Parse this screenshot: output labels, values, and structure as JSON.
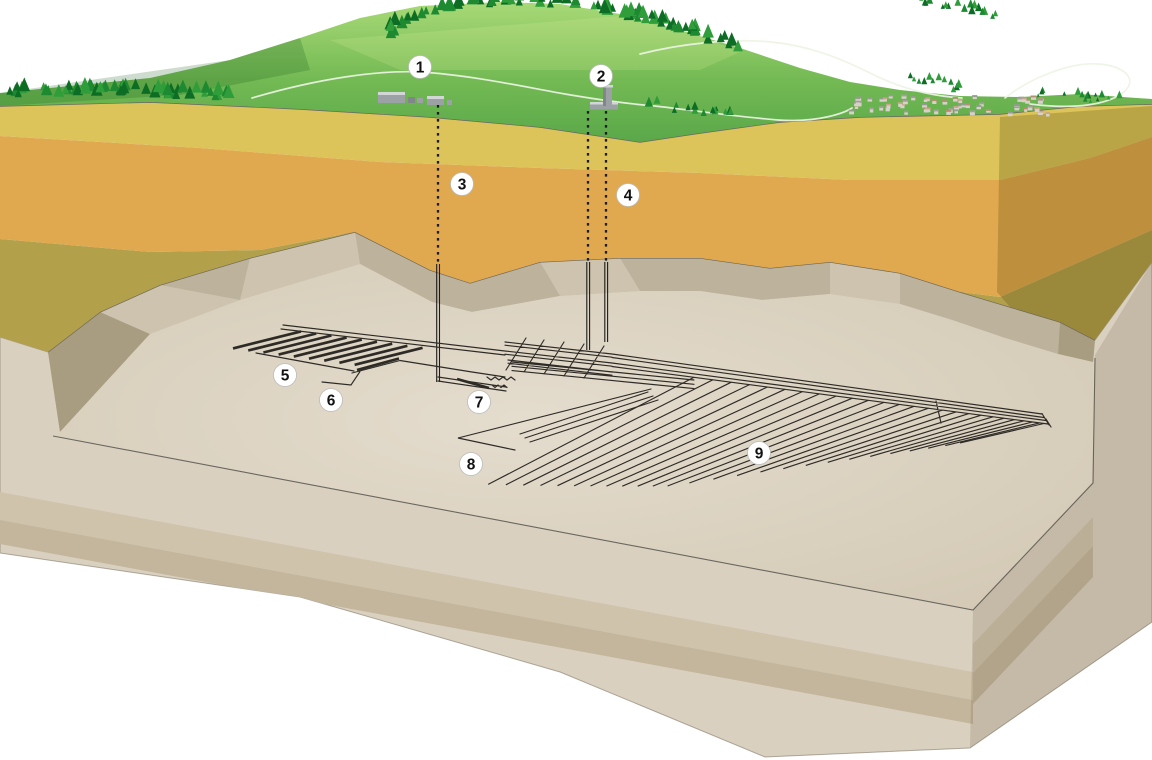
{
  "markers": [
    {
      "number": "1"
    },
    {
      "number": "2"
    },
    {
      "number": "3"
    },
    {
      "number": "4"
    },
    {
      "number": "5"
    },
    {
      "number": "6"
    },
    {
      "number": "7"
    },
    {
      "number": "8"
    },
    {
      "number": "9"
    }
  ],
  "palette": {
    "sky": "#ffffff",
    "greenLight": "#a6d673",
    "greenMid": "#6cb550",
    "greenDark": "#3f9c43",
    "forest": "#1d8a31",
    "forestDark": "#0d6d24",
    "forestLight": "#2f9e3a",
    "road": "#edf4e4",
    "yellow": "#dcc45a",
    "orange": "#e1a94f",
    "olive": "#b2a04b",
    "sideDark": "#8f7d30",
    "rockEdge": "#6a675f",
    "wall": "#bdb29c",
    "wallDark": "#a89c81",
    "wallLight": "#cdc3af",
    "floor": "#ded5c5",
    "floorLight": "#e4dccd",
    "faceBase": "#dad0bf",
    "band1": "#cfc3ac",
    "band2": "#c3b69d",
    "tunnel": "#2e2b27",
    "shaft": "#1c1c1c",
    "building": "#9ba1a4",
    "buildingShade": "#818789",
    "buildingLight": "#d2d6d7",
    "houseWall": "#d6d2c9",
    "houseRoof1": "#b98d74",
    "houseRoof2": "#a3a19a",
    "houseRoof3": "#c9a58b",
    "houseRoof4": "#969c90",
    "markerFill": "#ffffff",
    "markerStroke": "#bbbbbb",
    "markerText": "#121212"
  }
}
